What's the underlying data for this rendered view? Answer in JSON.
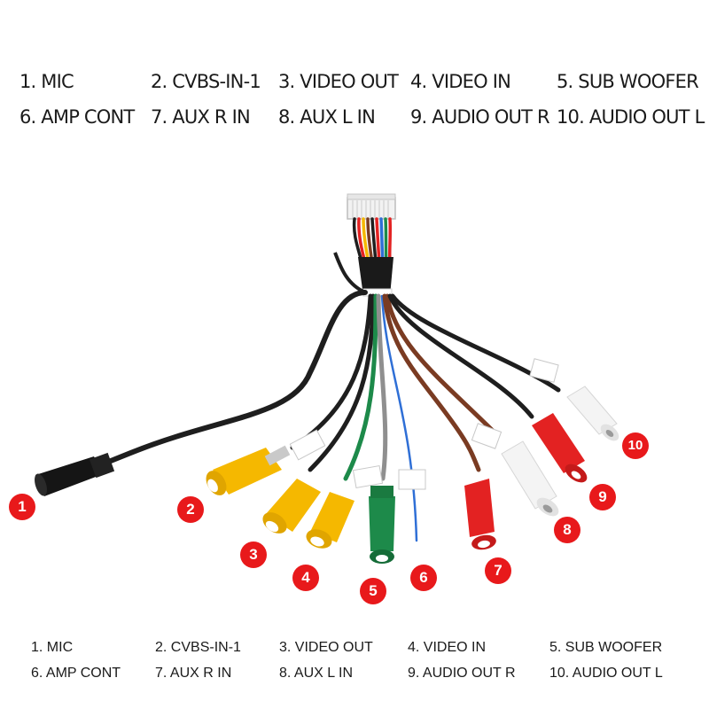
{
  "legend_top": [
    "1. MIC",
    "2. CVBS-IN-1",
    "3. VIDEO OUT",
    "4. VIDEO IN",
    "5. SUB WOOFER",
    "6. AMP CONT",
    "7. AUX R IN",
    "8. AUX L IN",
    "9. AUDIO OUT R",
    "10. AUDIO OUT L"
  ],
  "legend_bottom": [
    "1. MIC",
    "2. CVBS-IN-1",
    "3. VIDEO OUT",
    "4. VIDEO IN",
    "5. SUB WOOFER",
    "6. AMP CONT",
    "7. AUX R IN",
    "8. AUX L IN",
    "9. AUDIO OUT R",
    "10. AUDIO OUT L"
  ],
  "badges": [
    "1",
    "2",
    "3",
    "4",
    "5",
    "6",
    "7",
    "8",
    "9",
    "10"
  ],
  "colors": {
    "badge": "#e8191b",
    "cable_black": "#1e1e1e",
    "plug_yellow": "#f5b800",
    "plug_green": "#1d8a4a",
    "plug_red": "#e32222",
    "plug_white": "#f4f4f4",
    "wire_blue": "#2f6fd6",
    "wire_brown": "#7a3b22",
    "wire_gray": "#8f8f8f"
  }
}
